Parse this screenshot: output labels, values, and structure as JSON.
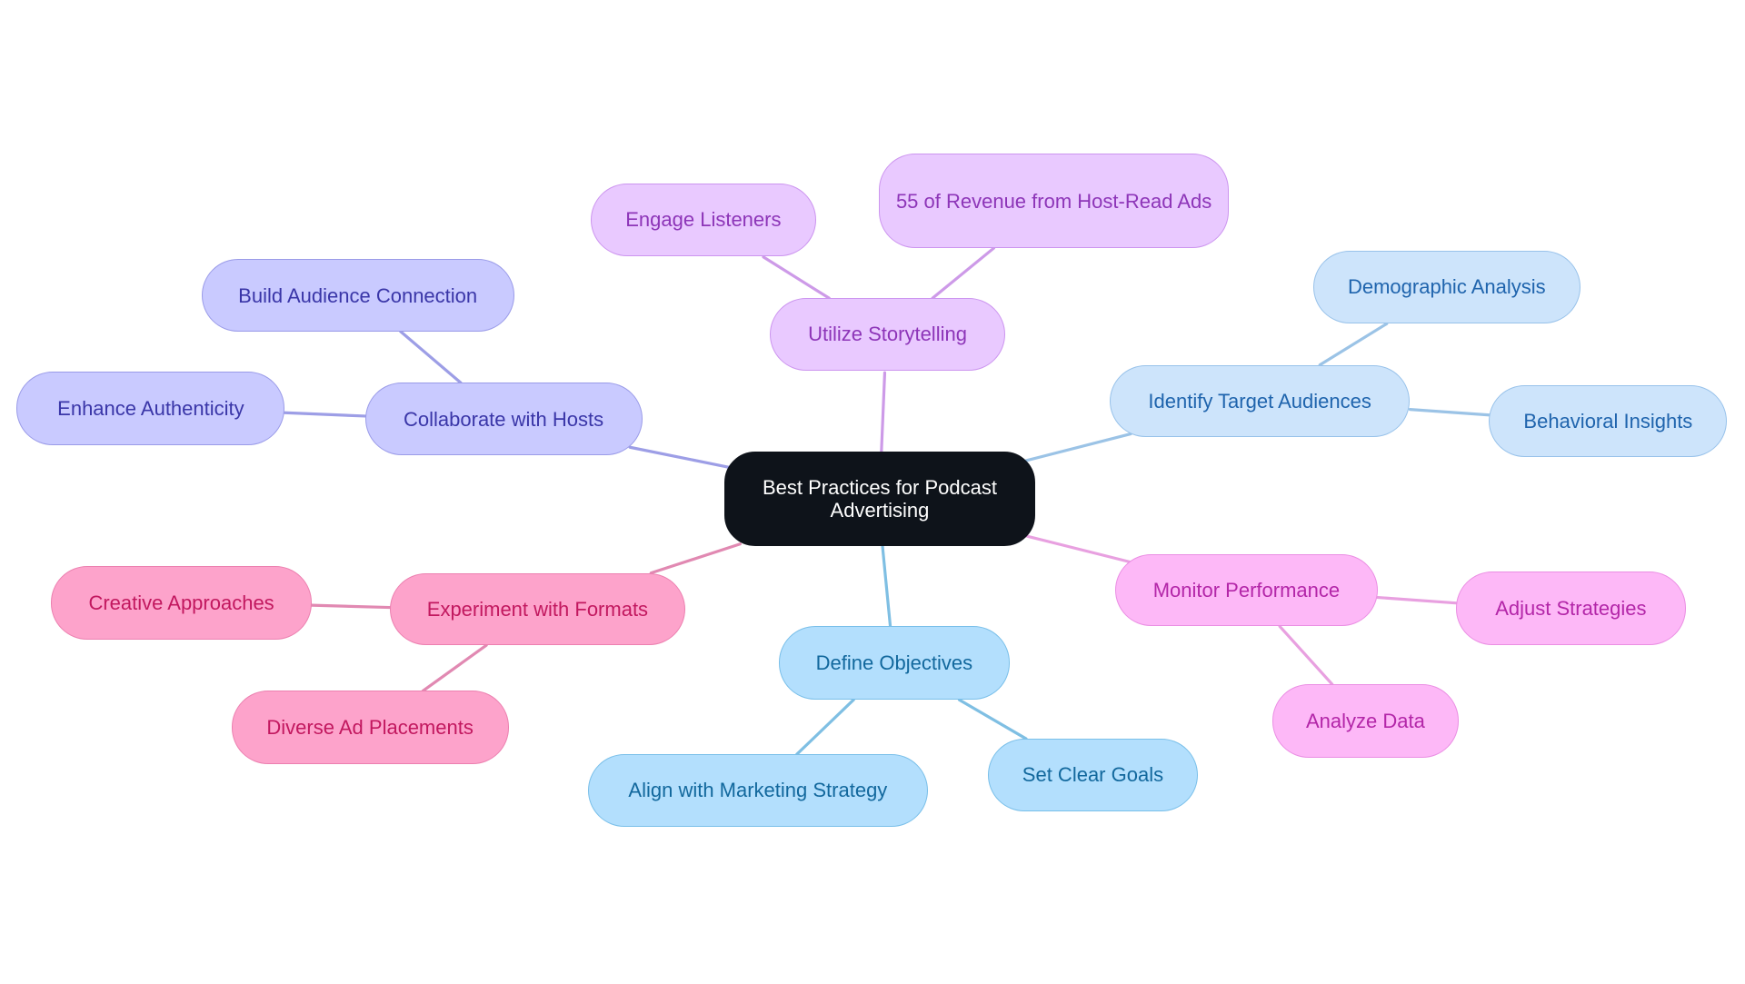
{
  "root": {
    "label": "Best Practices for Podcast Advertising"
  },
  "palette": {
    "root": {
      "fill": "#0e131a",
      "stroke": "#0e131a",
      "text": "#ffffff"
    },
    "violet": {
      "fill": "#c9caff",
      "stroke": "#9a9be8",
      "text": "#3a36a8",
      "edge": "#9d9ee6"
    },
    "purple": {
      "fill": "#e9c9ff",
      "stroke": "#cc95ef",
      "text": "#8d35b8",
      "edge": "#cd9ae8"
    },
    "lblue": {
      "fill": "#cde4fb",
      "stroke": "#98c2ea",
      "text": "#1f64ad",
      "edge": "#9bc3e6"
    },
    "pink": {
      "fill": "#fdb8f7",
      "stroke": "#ea8ee3",
      "text": "#b326a8",
      "edge": "#e8a0e0"
    },
    "sky": {
      "fill": "#b3dffd",
      "stroke": "#79bfe9",
      "text": "#12689d",
      "edge": "#7fbfe3"
    },
    "rose": {
      "fill": "#fda3cb",
      "stroke": "#ec80b0",
      "text": "#c2185f",
      "edge": "#e189b2"
    }
  },
  "branches": [
    {
      "id": "storytelling",
      "label": "Utilize Storytelling",
      "color": "purple",
      "children": [
        {
          "id": "engage",
          "label": "Engage Listeners"
        },
        {
          "id": "revenue",
          "label": "55 of Revenue from Host-Read Ads"
        }
      ]
    },
    {
      "id": "audiences",
      "label": "Identify Target Audiences",
      "color": "lblue",
      "children": [
        {
          "id": "demographic",
          "label": "Demographic Analysis"
        },
        {
          "id": "behavioral",
          "label": "Behavioral Insights"
        }
      ]
    },
    {
      "id": "monitor",
      "label": "Monitor Performance",
      "color": "pink",
      "children": [
        {
          "id": "adjust",
          "label": "Adjust Strategies"
        },
        {
          "id": "analyze",
          "label": "Analyze Data"
        }
      ]
    },
    {
      "id": "objectives",
      "label": "Define Objectives",
      "color": "sky",
      "children": [
        {
          "id": "goals",
          "label": "Set Clear Goals"
        },
        {
          "id": "align",
          "label": "Align with Marketing Strategy"
        }
      ]
    },
    {
      "id": "formats",
      "label": "Experiment with Formats",
      "color": "rose",
      "children": [
        {
          "id": "creative",
          "label": "Creative Approaches"
        },
        {
          "id": "placements",
          "label": "Diverse Ad Placements"
        }
      ]
    },
    {
      "id": "hosts",
      "label": "Collaborate with Hosts",
      "color": "violet",
      "children": [
        {
          "id": "connection",
          "label": "Build Audience Connection"
        },
        {
          "id": "authenticity",
          "label": "Enhance Authenticity"
        }
      ]
    }
  ]
}
